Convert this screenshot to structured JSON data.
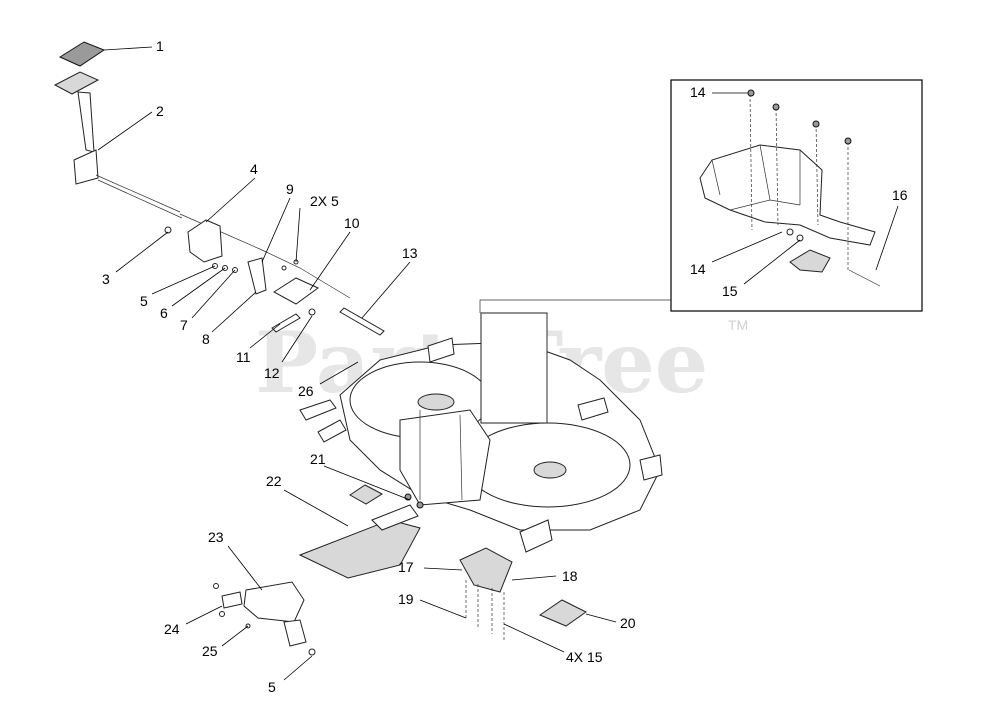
{
  "watermark": {
    "text": "PartsTree",
    "tm": "TM"
  },
  "labels": {
    "l1": "1",
    "l2": "2",
    "l3": "3",
    "l4": "4",
    "l5a": "5",
    "l6": "6",
    "l7": "7",
    "l8": "8",
    "l9": "9",
    "l2x5": "2X 5",
    "l10": "10",
    "l11": "11",
    "l12": "12",
    "l13": "13",
    "l14a": "14",
    "l14b": "14",
    "l15a": "15",
    "l16": "16",
    "l17": "17",
    "l18": "18",
    "l19": "19",
    "l20": "20",
    "l21": "21",
    "l22": "22",
    "l23": "23",
    "l24": "24",
    "l25": "25",
    "l26": "26",
    "l4x15": "4X 15",
    "l5b": "5"
  }
}
